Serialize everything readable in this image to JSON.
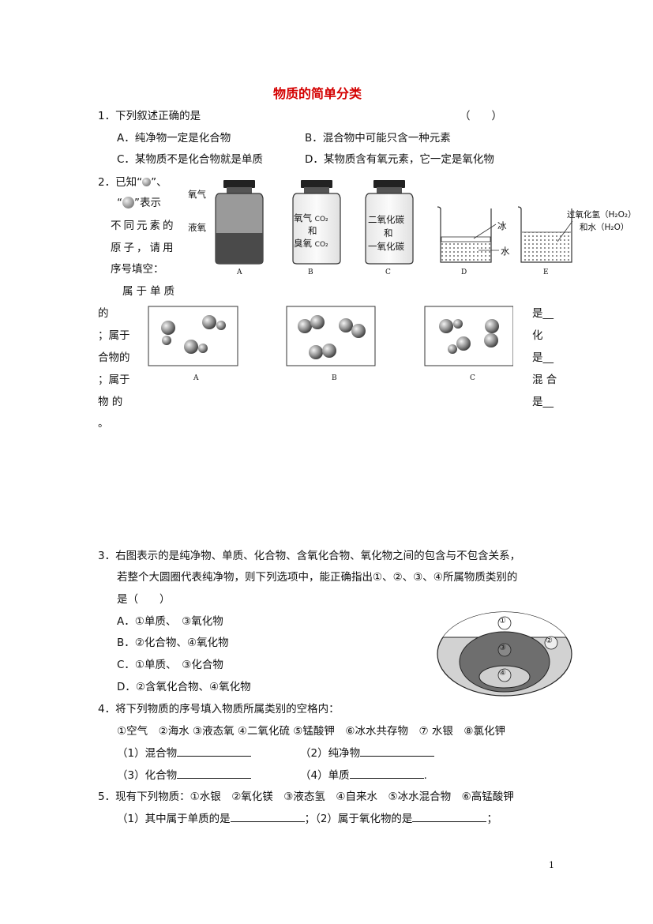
{
  "title": "物质的简单分类",
  "q1": {
    "stem": "1．下列叙述正确的是",
    "paren": "（　　）",
    "options": [
      "A．纯净物一定是化合物",
      "B．混合物中可能只含一种元素",
      "C．某物质不是化合物就是单质",
      "D．某物质含有氧元素，它一定是氧化物"
    ]
  },
  "q2": {
    "line1_a": "2．已知“",
    "line1_b": "”、",
    "line2_a": "“",
    "line2_b": "”表示",
    "lines": [
      "不同元素的",
      "原子，请用",
      "序号填空：",
      "属于单质"
    ],
    "left_tail": [
      "的",
      "；属于",
      "合物的",
      "；属于",
      "物 的",
      "。"
    ],
    "right_tail": [
      "是__",
      "化",
      "是__",
      "混 合",
      "是__"
    ],
    "jars": {
      "A": {
        "top": "氧气",
        "bottom": "液氧",
        "letter": "A"
      },
      "B": {
        "l1": "氧气",
        "l1b": "CO₂",
        "l2": "和",
        "l3": "臭氧",
        "l3b": "CO₂",
        "letter": "B"
      },
      "C": {
        "l1": "二氧化碳",
        "l2": "和",
        "l3": "一氧化碳",
        "letter": "C"
      },
      "D": {
        "ice": "冰",
        "water": "水",
        "letter": "D"
      },
      "E": {
        "l1": "过氧化氢（H₂O₂）",
        "l2": "和水（H₂O）",
        "letter": "E"
      }
    },
    "boxes": [
      "A",
      "B",
      "C"
    ]
  },
  "q3": {
    "lines": [
      "3．右图表示的是纯净物、单质、化合物、含氧化合物、氧化物之间的包含与不包含关系，",
      "若整个大圆圈代表纯净物，则下列选项中，能正确指出①、②、③、④所属物质类别的",
      "是（　　）"
    ],
    "options": [
      "A．①单质、　③氧化物",
      "B．②化合物、④氧化物",
      "C．①单质、　③化合物",
      "D．②含氧化合物、④氧化物"
    ],
    "labels": [
      "①",
      "②",
      "③",
      "④"
    ]
  },
  "q4": {
    "stem": "4．将下列物质的序号填入物质所属类别的空格内：",
    "items": "①空气　②海水 ③液态氧 ④二氧化硫 ⑤锰酸钾　⑥冰水共存物　⑦ 水银　⑧氯化钾",
    "b1": "（1）混合物",
    "b2": "（2）纯净物",
    "b3": "（3）化合物",
    "b4": "（4）单质",
    "end": "."
  },
  "q5": {
    "stem": "5．现有下列物质：①水银　②氧化镁　③液态氢　④自来水　⑤冰水混合物　⑥高锰酸钾",
    "p1": "（1）其中属于单质的是",
    "p1b": "；（2）属于氧化物的是",
    "p2b": "；"
  },
  "page_number": "1"
}
